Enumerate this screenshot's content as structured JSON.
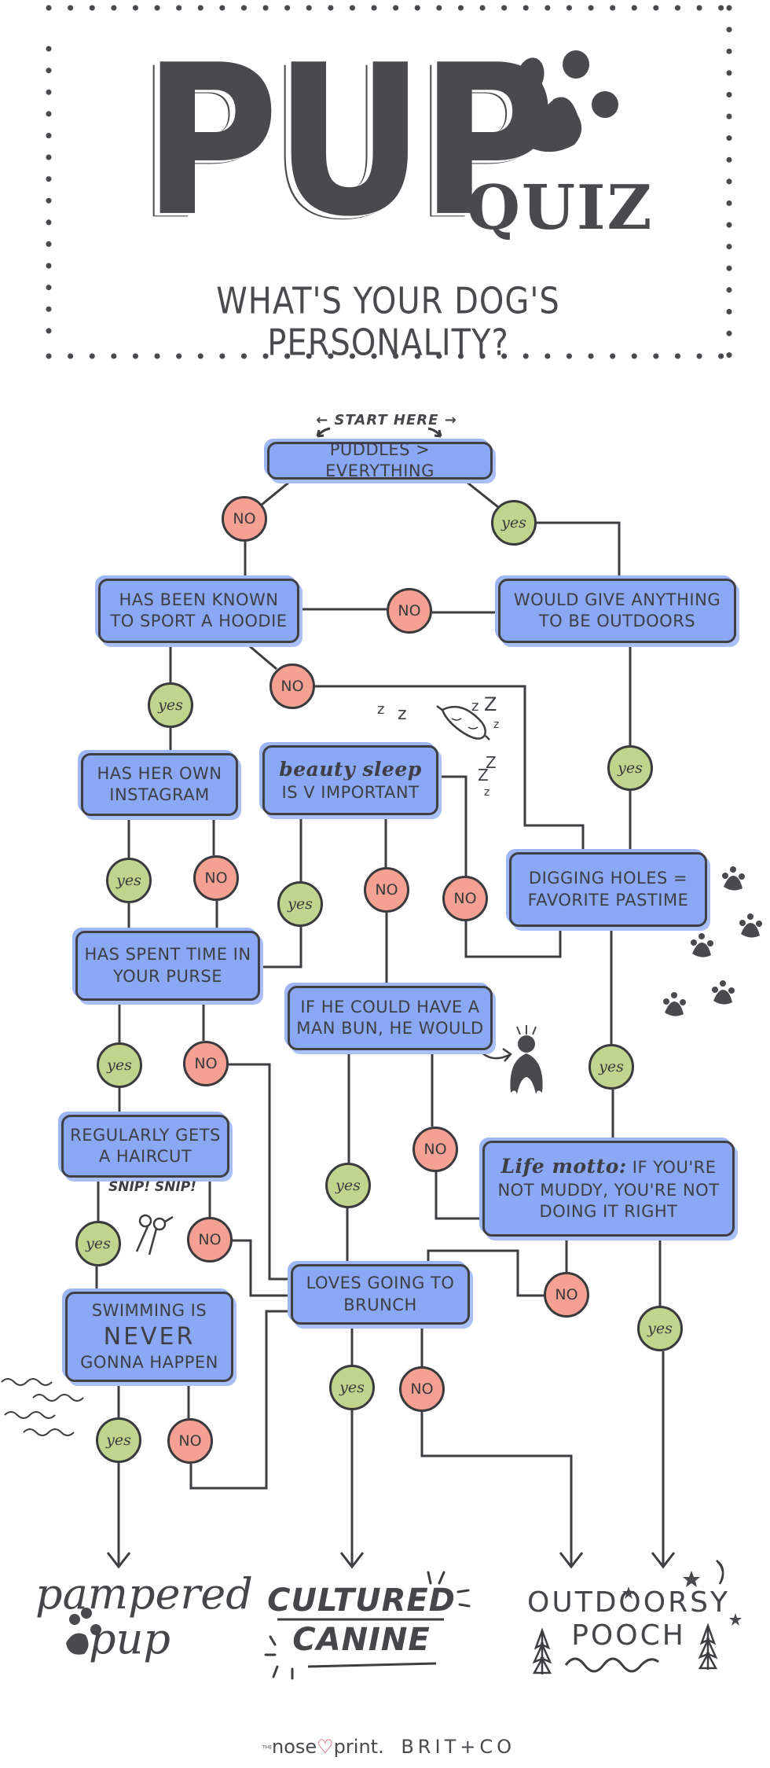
{
  "header": {
    "title": "PUP",
    "title_suffix": "QUIZ",
    "subtitle": "WHAT'S YOUR DOG'S PERSONALITY?",
    "border_style": "dotted",
    "icon": "paw-print-icon"
  },
  "flowchart": {
    "start_label": "← START HERE →",
    "questions": {
      "puddles": "PUDDLES > EVERYTHING",
      "hoodie": "HAS BEEN KNOWN TO SPORT A HOODIE",
      "outdoors": "WOULD GIVE ANYTHING TO BE OUTDOORS",
      "instagram": "HAS HER OWN INSTAGRAM",
      "beauty_sleep_script": "beauty sleep",
      "beauty_sleep_rest": "IS V IMPORTANT",
      "digging": "DIGGING HOLES = FAVORITE PASTIME",
      "purse": "HAS SPENT TIME IN YOUR PURSE",
      "manbun": "IF HE COULD HAVE A MAN BUN, HE WOULD",
      "haircut": "REGULARLY GETS A HAIRCUT",
      "motto_script": "Life motto:",
      "motto_rest": "IF YOU'RE NOT MUDDY, YOU'RE NOT DOING IT RIGHT",
      "swimming_line1": "SWIMMING IS",
      "swimming_line2": "NEVER",
      "swimming_line3": "GONNA HAPPEN",
      "brunch": "LOVES GOING TO BRUNCH"
    },
    "answers": {
      "yes": "yes",
      "no": "NO"
    },
    "doodles": {
      "snip": "SNIP! SNIP!",
      "zzz": "z z   z Z  z  Z Z z"
    }
  },
  "results": {
    "pampered": "pampered pup",
    "cultured_line1": "CULTURED",
    "cultured_line2": "CANINE",
    "outdoorsy_line1": "OUTDOORSY",
    "outdoorsy_line2": "POOCH"
  },
  "footer": {
    "the": "THE",
    "brand1_a": "nose",
    "brand1_heart": "♡",
    "brand1_b": "print.",
    "brand2": "BRIT+CO"
  },
  "colors": {
    "question_box": "#8aa8f3",
    "yes_circle": "#bfd58e",
    "no_circle": "#f4a092",
    "ink": "#47474b",
    "heart": "#c8344c"
  }
}
